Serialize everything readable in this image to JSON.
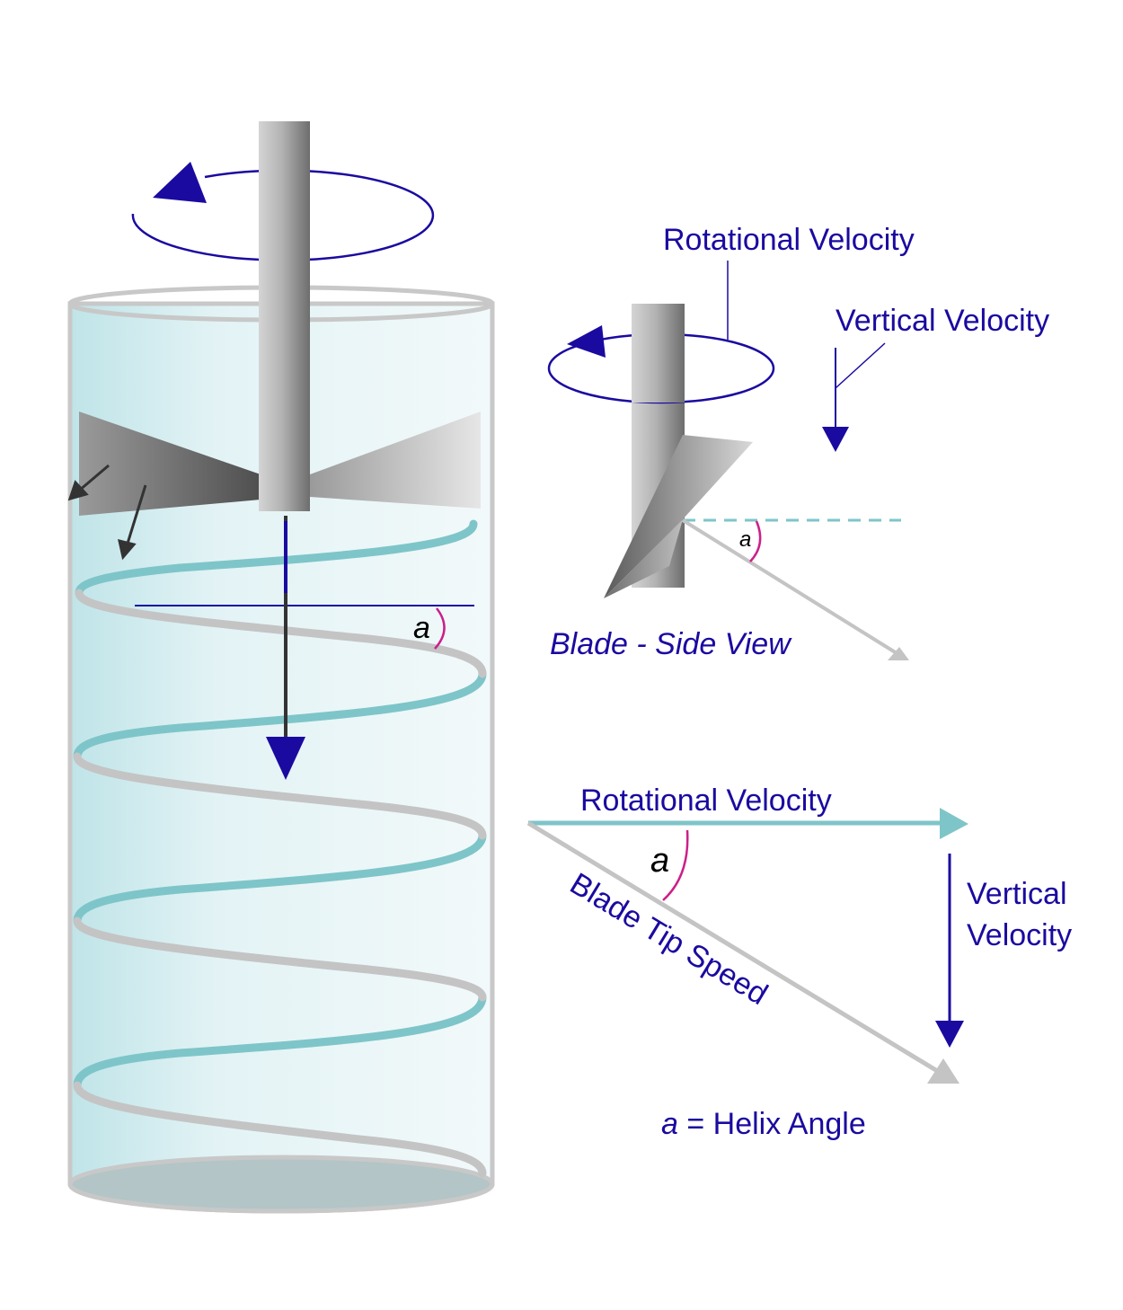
{
  "labels": {
    "rotational_velocity_top": "Rotational Velocity",
    "vertical_velocity_top": "Vertical Velocity",
    "blade_side_view": "Blade - Side View",
    "rotational_velocity_bottom": "Rotational Velocity",
    "vertical_velocity_line1": "Vertical",
    "vertical_velocity_line2": "Velocity",
    "blade_tip_speed": "Blade Tip Speed",
    "helix_symbol": "a",
    "helix_legend_rest": " = Helix Angle",
    "angle_tank": "a",
    "angle_side_view": "a",
    "angle_triangle": "a"
  },
  "colors": {
    "arrow_blue": "#1a0aa0",
    "label_blue": "#1a0aa0",
    "teal": "#7ec5c9",
    "gray_line": "#c4c4c4",
    "angle_arc": "#cc1f8a",
    "tank_fill": "#e6f4f6"
  }
}
